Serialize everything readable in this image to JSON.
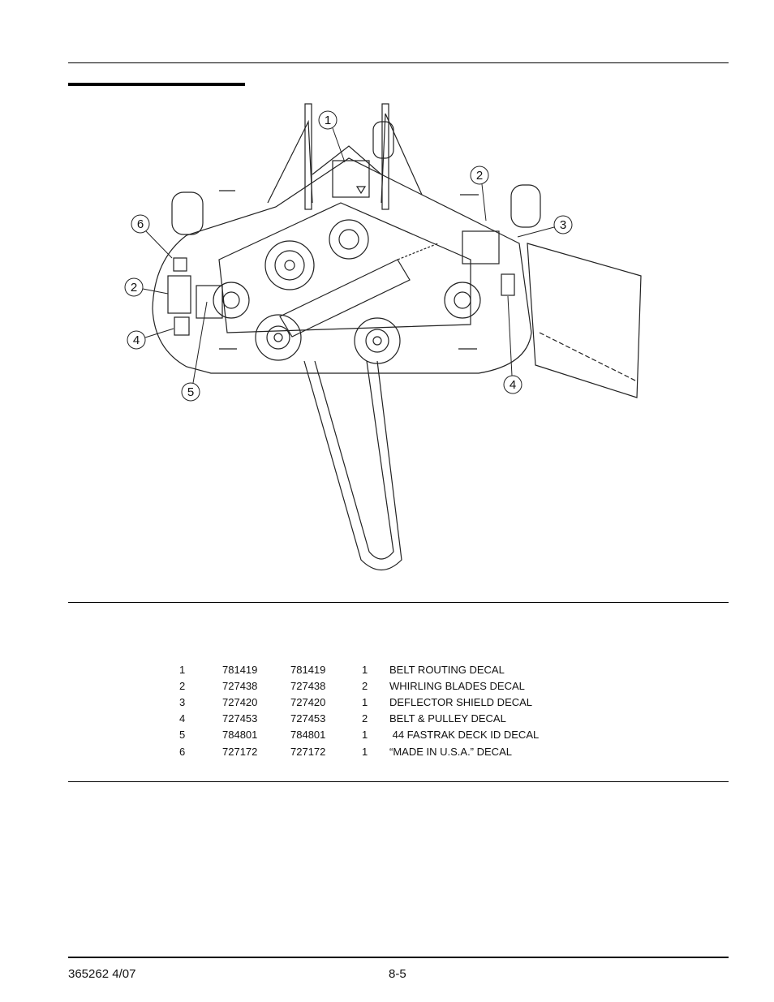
{
  "callouts": [
    "1",
    "2",
    "3",
    "6",
    "2",
    "4",
    "5",
    "4"
  ],
  "parts": [
    {
      "ref": "1",
      "part_a": "781419",
      "part_b": "781419",
      "qty": "1",
      "description": "BELT ROUTING DECAL"
    },
    {
      "ref": "2",
      "part_a": "727438",
      "part_b": "727438",
      "qty": "2",
      "description": "WHIRLING BLADES DECAL"
    },
    {
      "ref": "3",
      "part_a": "727420",
      "part_b": "727420",
      "qty": "1",
      "description": "DEFLECTOR SHIELD DECAL"
    },
    {
      "ref": "4",
      "part_a": "727453",
      "part_b": "727453",
      "qty": "2",
      "description": "BELT & PULLEY DECAL"
    },
    {
      "ref": "5",
      "part_a": "784801",
      "part_b": "784801",
      "qty": "1",
      "description": " 44 FASTRAK DECK ID DECAL"
    },
    {
      "ref": "6",
      "part_a": "727172",
      "part_b": "727172",
      "qty": "1",
      "description": "“MADE IN U.S.A.” DECAL"
    }
  ],
  "footer": {
    "doc_number": "365262 4/07",
    "page_number": "8-5"
  }
}
